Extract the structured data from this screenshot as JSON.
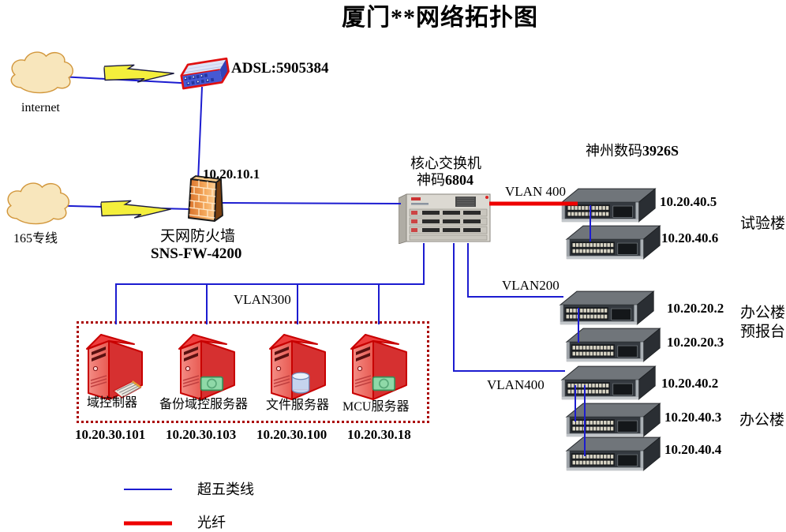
{
  "title": "厦门**网络拓扑图",
  "colors": {
    "cat5_line": "#1C1CD0",
    "fiber_line": "#EE0000",
    "cloud_fill": "#F8E6BC",
    "cloud_stroke": "#D2973C",
    "server_red": "#E03434",
    "dotted_box_border": "#AA0000",
    "bolt_yellow": "#F4EF3C"
  },
  "internet_cloud": {
    "label": "internet"
  },
  "line165_cloud": {
    "label": "165专线"
  },
  "adsl": {
    "label": "ADSL:5905384"
  },
  "firewall": {
    "ip": "10.20.10.1",
    "name": "天网防火墙",
    "model": "SNS-FW-4200"
  },
  "core_switch": {
    "name": "核心交换机",
    "model_prefix": "神码",
    "model_number": "6804"
  },
  "access_group_title": {
    "prefix": "神州数码",
    "number": "3926S"
  },
  "vlan_labels": {
    "fiber": "VLAN 400",
    "v200": "VLAN200",
    "v300": "VLAN300",
    "v400": "VLAN400"
  },
  "switches": [
    {
      "ip": "10.20.40.5"
    },
    {
      "ip": "10.20.40.6"
    },
    {
      "ip": "10.20.20.2"
    },
    {
      "ip": "10.20.20.3"
    },
    {
      "ip": "10.20.40.2"
    },
    {
      "ip": "10.20.40.3"
    },
    {
      "ip": "10.20.40.4"
    }
  ],
  "buildings": [
    {
      "label": "试验楼"
    },
    {
      "label": "办公楼\n预报台"
    },
    {
      "label": "办公楼"
    }
  ],
  "servers": [
    {
      "name": "域控制器",
      "ip": "10.20.30.101"
    },
    {
      "name": "备份域控服务器",
      "ip": "10.20.30.103"
    },
    {
      "name": "文件服务器",
      "ip": "10.20.30.100"
    },
    {
      "name": "MCU服务器",
      "ip": "10.20.30.18"
    }
  ],
  "legend": [
    {
      "label": "超五类线"
    },
    {
      "label": "光纤"
    }
  ]
}
